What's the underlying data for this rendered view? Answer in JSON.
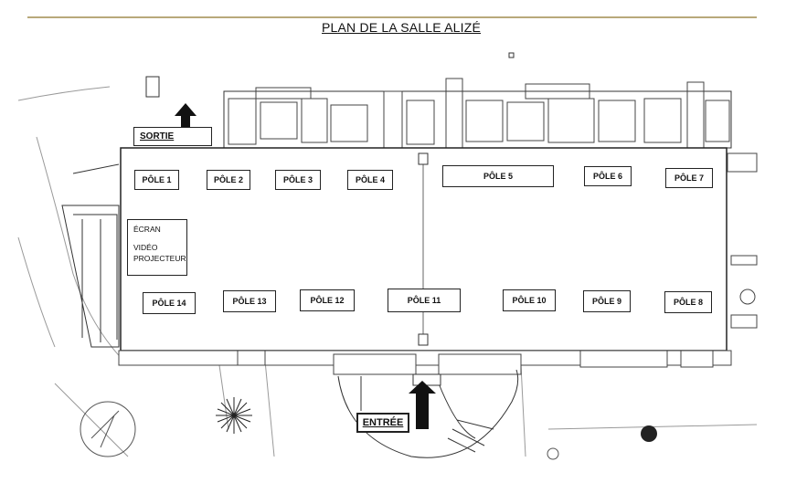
{
  "title": "PLAN DE LA SALLE ALIZÉ",
  "exit_label": "SORTIE",
  "entrance_label": "ENTRÉE",
  "screen": {
    "line1": "ÉCRAN",
    "line2": "VIDÉO",
    "line3": "PROJECTEUR"
  },
  "poles_top": [
    {
      "id": "pole-1",
      "label": "PÔLE 1"
    },
    {
      "id": "pole-2",
      "label": "PÔLE 2"
    },
    {
      "id": "pole-3",
      "label": "PÔLE 3"
    },
    {
      "id": "pole-4",
      "label": "PÔLE 4"
    },
    {
      "id": "pole-5",
      "label": "PÔLE 5"
    },
    {
      "id": "pole-6",
      "label": "PÔLE 6"
    },
    {
      "id": "pole-7",
      "label": "PÔLE 7"
    }
  ],
  "poles_bottom": [
    {
      "id": "pole-14",
      "label": "PÔLE 14"
    },
    {
      "id": "pole-13",
      "label": "PÔLE 13"
    },
    {
      "id": "pole-12",
      "label": "PÔLE 12"
    },
    {
      "id": "pole-11",
      "label": "PÔLE 11"
    },
    {
      "id": "pole-10",
      "label": "PÔLE 10"
    },
    {
      "id": "pole-9",
      "label": "PÔLE 9"
    },
    {
      "id": "pole-8",
      "label": "PÔLE 8"
    }
  ]
}
